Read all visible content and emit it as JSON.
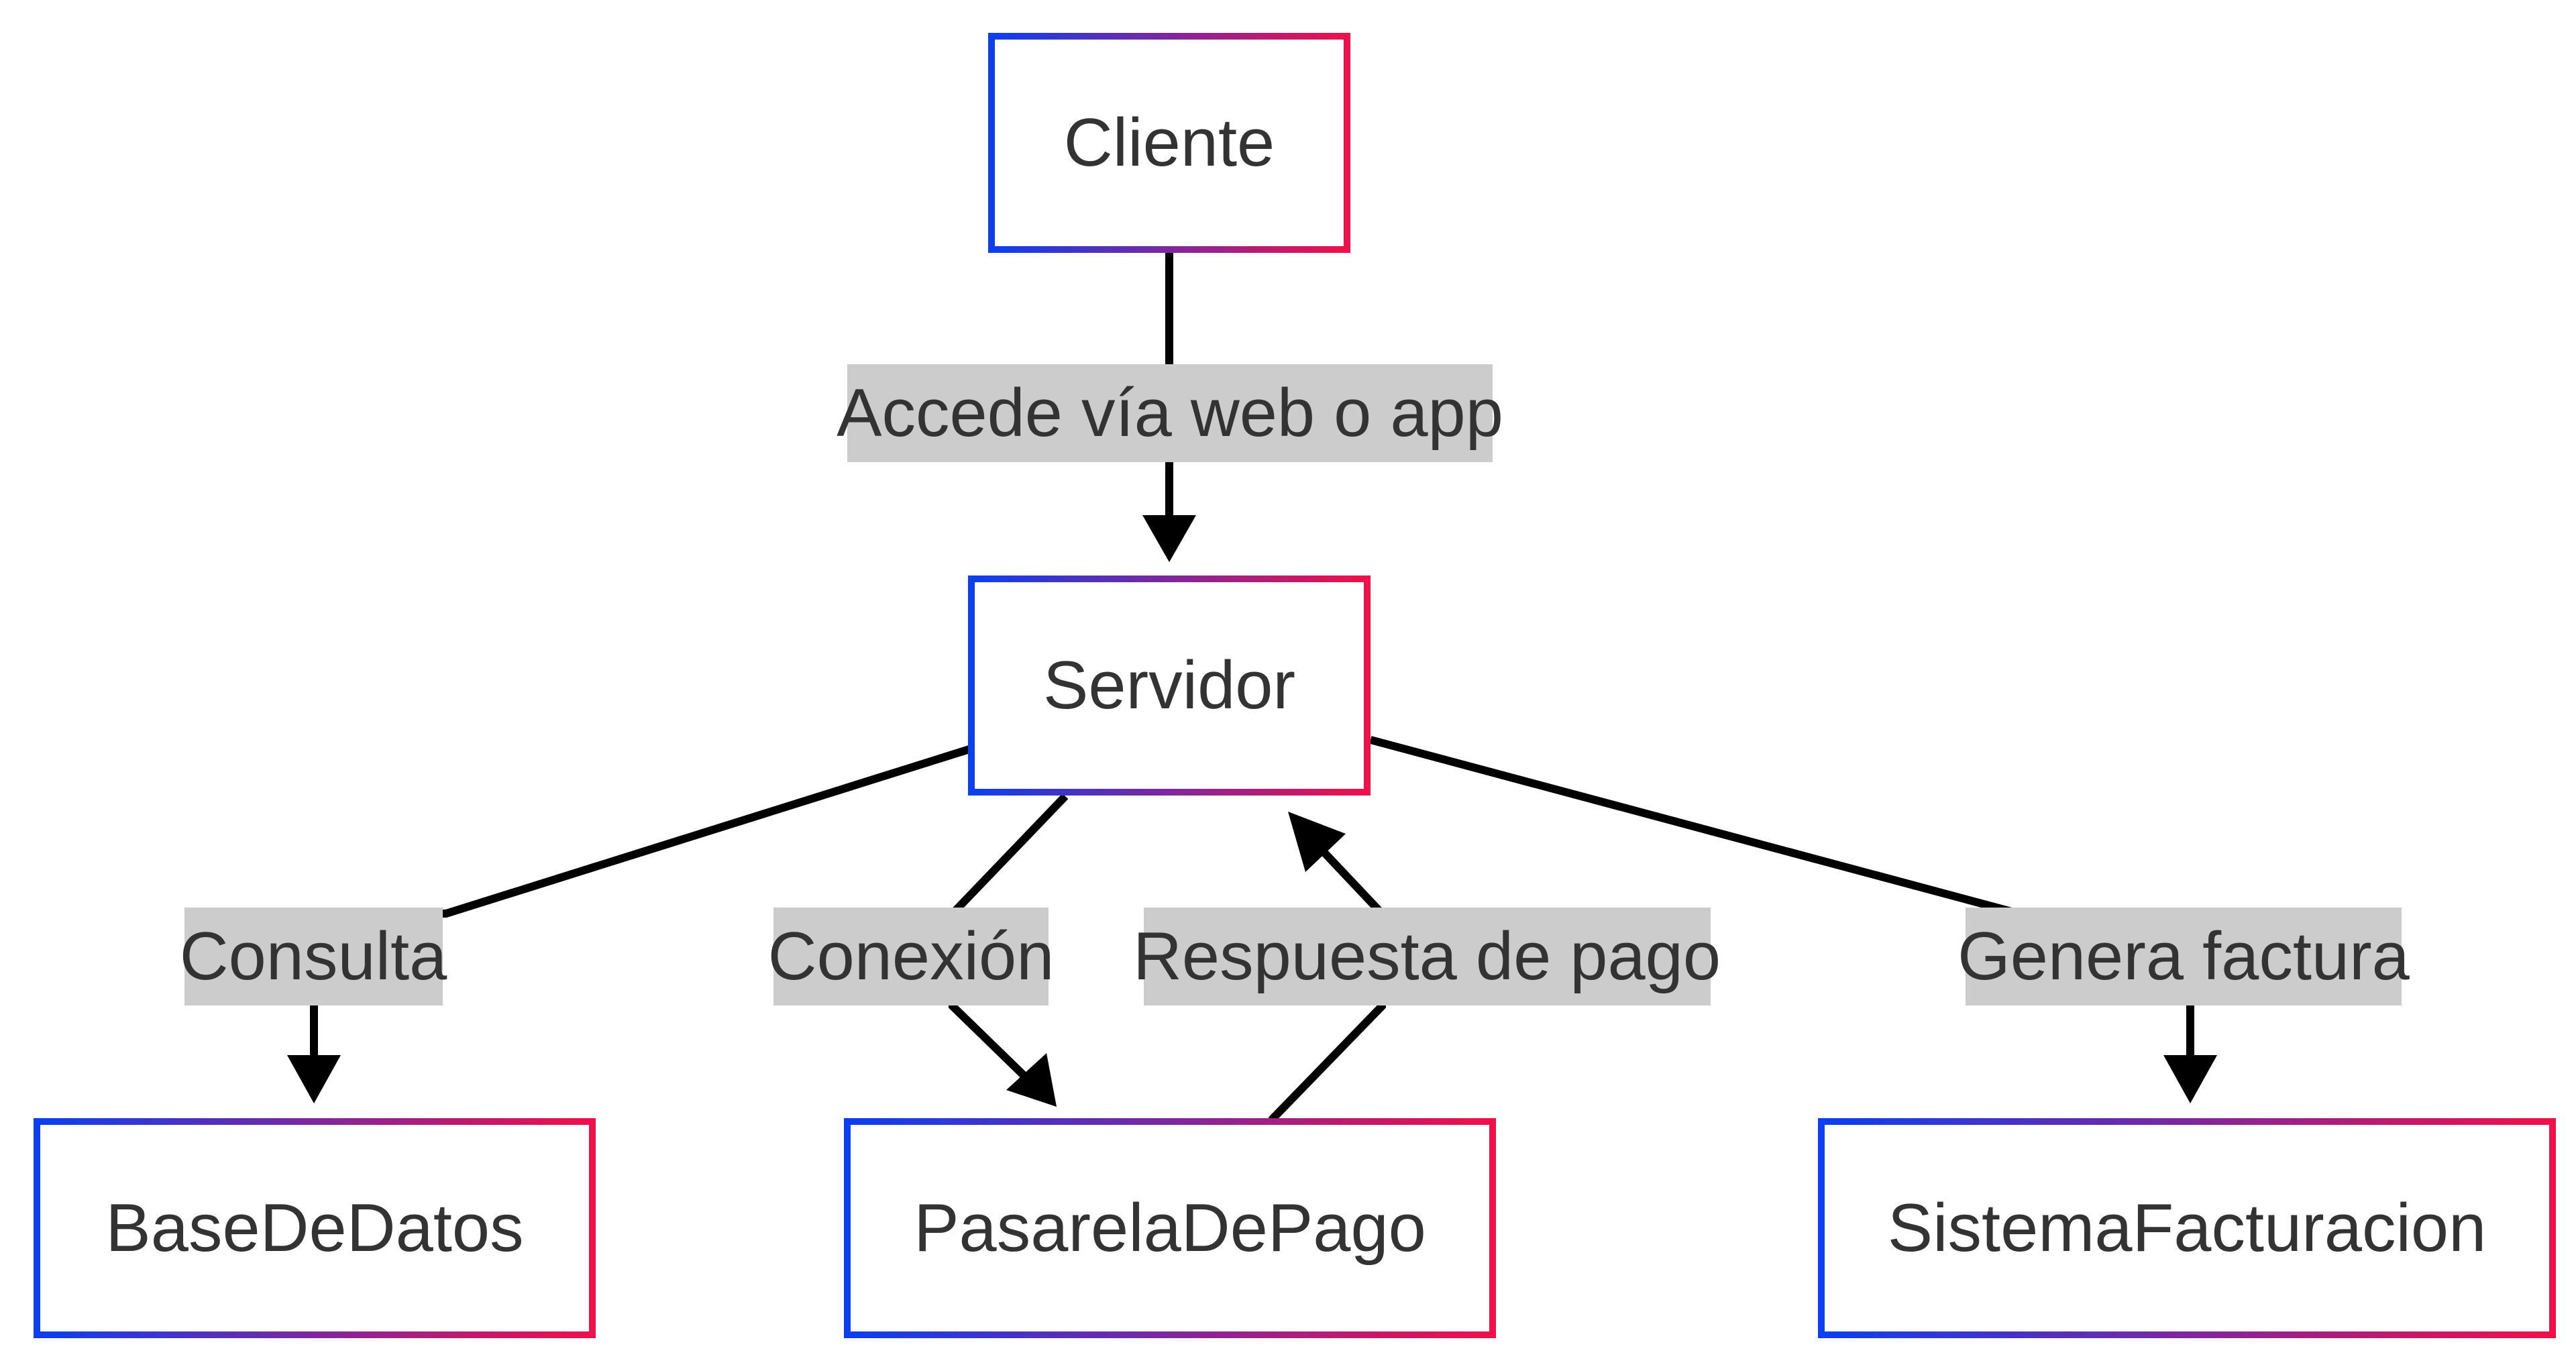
{
  "nodes": {
    "cliente": "Cliente",
    "servidor": "Servidor",
    "base_de_datos": "BaseDeDatos",
    "pasarela_de_pago": "PasarelaDePago",
    "sistema_facturacion": "SistemaFacturacion"
  },
  "edges": {
    "accede": "Accede vía web o app",
    "consulta": "Consulta",
    "conexion": "Conexión",
    "respuesta": "Respuesta de pago",
    "genera": "Genera factura"
  },
  "colors": {
    "node_border_start": "#0b3ff0",
    "node_border_end": "#f0104a",
    "edge_label_bg": "#cccccc",
    "text": "#333333",
    "edge": "#000000"
  }
}
